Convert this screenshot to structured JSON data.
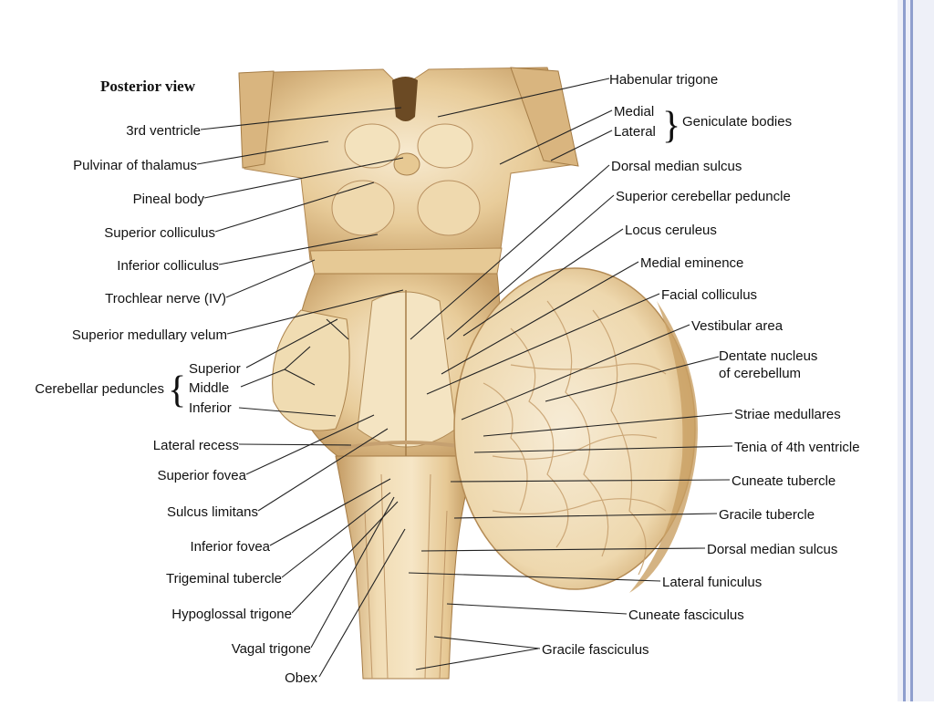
{
  "title": "Posterior view",
  "left_labels": [
    "3rd ventricle",
    "Pulvinar of thalamus",
    "Pineal body",
    "Superior colliculus",
    "Inferior colliculus",
    "Trochlear nerve (IV)",
    "Superior medullary velum",
    "Lateral recess",
    "Superior fovea",
    "Sulcus limitans",
    "Inferior fovea",
    "Trigeminal tubercle",
    "Hypoglossal trigone",
    "Vagal trigone",
    "Obex"
  ],
  "cerebellar_peduncles": {
    "label": "Cerebellar peduncles",
    "items": [
      "Superior",
      "Middle",
      "Inferior"
    ]
  },
  "geniculate_bodies": {
    "label": "Geniculate bodies",
    "items": [
      "Medial",
      "Lateral"
    ]
  },
  "right_labels": [
    "Habenular trigone",
    "Dorsal median sulcus",
    "Superior cerebellar peduncle",
    "Locus ceruleus",
    "Medial eminence",
    "Facial colliculus",
    "Vestibular area",
    "Dentate nucleus of cerebellum",
    "Striae medullares",
    "Tenia of 4th ventricle",
    "Cuneate tubercle",
    "Gracile tubercle",
    "Dorsal median sulcus",
    "Lateral funiculus",
    "Cuneate fasciculus",
    "Gracile fasciculus"
  ],
  "colors": {
    "tissue_light": "#f2dfb8",
    "tissue_mid": "#e2c28e",
    "tissue_dark": "#b88f57",
    "frame_accent": "#8f9fce"
  }
}
